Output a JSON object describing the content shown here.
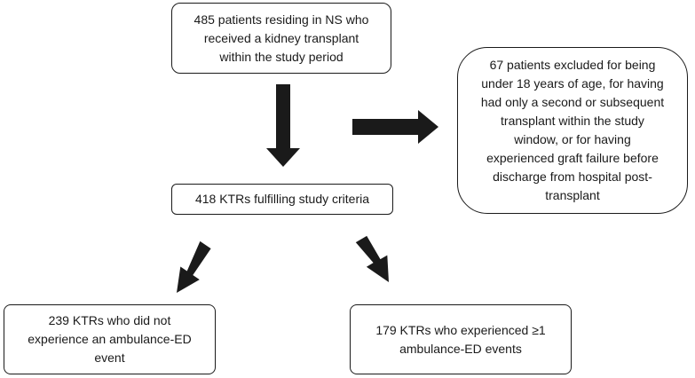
{
  "boxes": {
    "top": [
      "485 patients residing in NS who",
      "received a kidney transplant",
      "within the study period"
    ],
    "excluded": [
      "67 patients excluded for being",
      "under 18 years of age, for having",
      "had only a second or subsequent",
      "transplant within the study",
      "window, or for having",
      "experienced graft failure before",
      "discharge from hospital post-",
      "transplant"
    ],
    "middle": [
      "418 KTRs fulfilling study criteria"
    ],
    "left": [
      "239 KTRs who did not",
      "experience an ambulance-ED",
      "event"
    ],
    "right": [
      "179 KTRs who experienced ≥1",
      "ambulance-ED events"
    ]
  },
  "colors": {
    "arrow": "#1a1a1a",
    "border": "#1a1a1a"
  }
}
